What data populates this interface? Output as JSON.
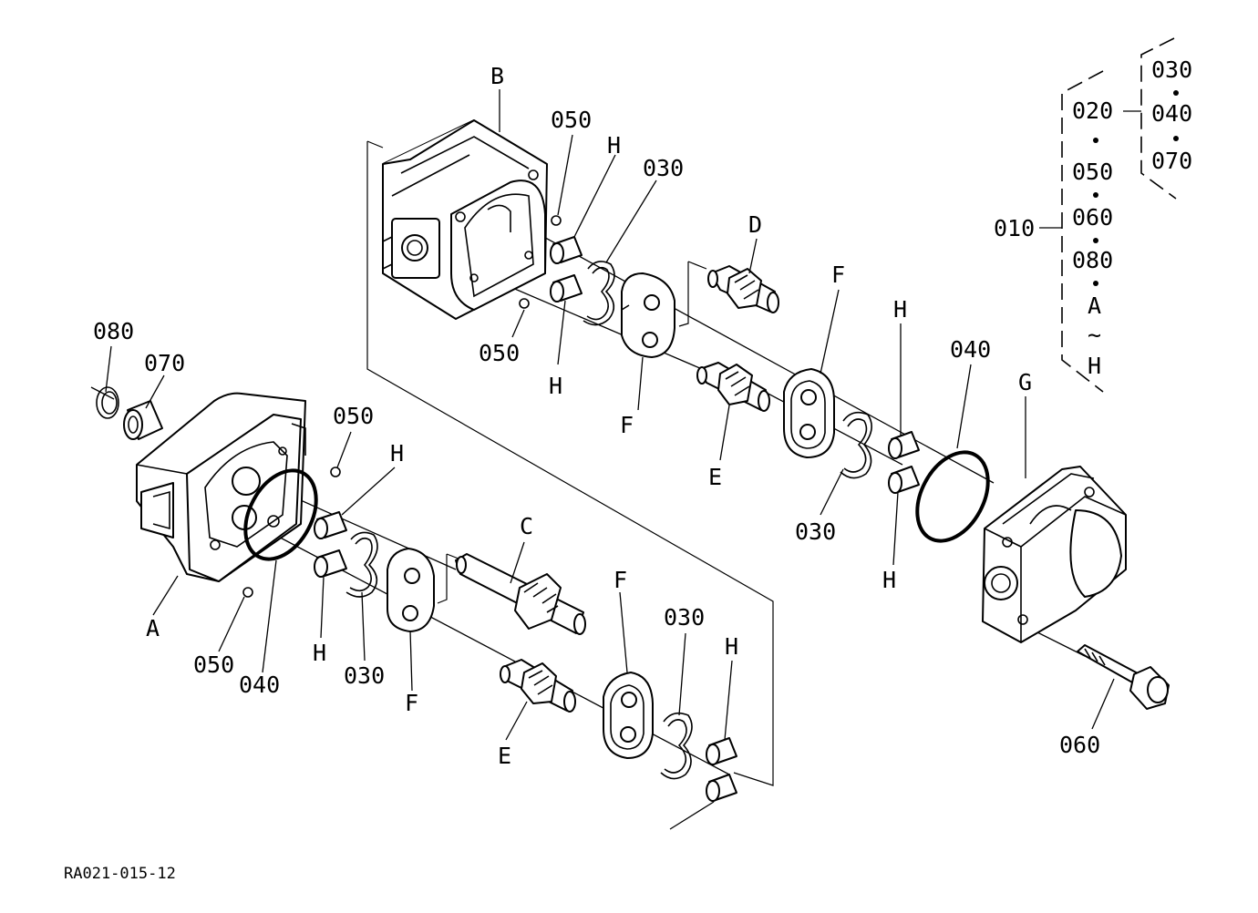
{
  "labels": {
    "B": "B",
    "A": "A",
    "C": "C",
    "D": "D",
    "G": "G",
    "F1": "F",
    "F2": "F",
    "F3": "F",
    "F4": "F",
    "E1": "E",
    "E2": "E",
    "H1": "H",
    "H2": "H",
    "H3": "H",
    "H4": "H",
    "H5": "H",
    "H6": "H",
    "H7": "H",
    "n050a": "050",
    "n050b": "050",
    "n050c": "050",
    "n050d": "050",
    "n030a": "030",
    "n030b": "030",
    "n030c": "030",
    "n030d": "030",
    "n040a": "040",
    "n040b": "040",
    "n080": "080",
    "n070": "070",
    "n060": "060"
  },
  "legend": {
    "c010": "010",
    "c020": "020",
    "c050": "050",
    "c060": "060",
    "c080": "080",
    "cA": "A",
    "cTilde": "~",
    "cH": "H",
    "s030": "030",
    "s040": "040",
    "s070": "070"
  },
  "drawing_number": "RA021-015-12"
}
